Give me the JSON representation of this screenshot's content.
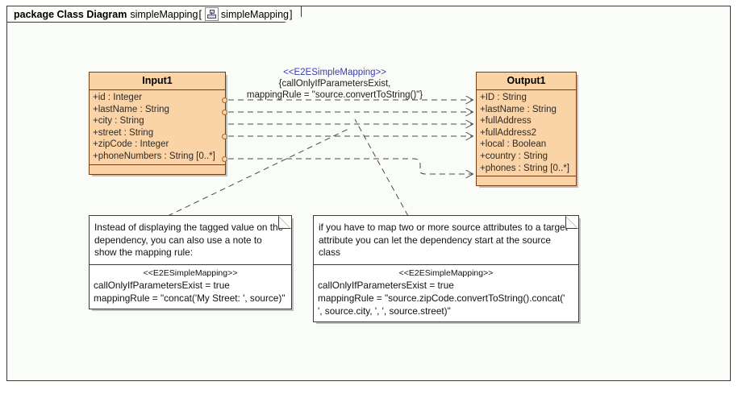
{
  "package": {
    "keyword": "package Class Diagram",
    "name": "simpleMapping",
    "bracket_open": "[",
    "icon": "class-diagram-icon",
    "inner_name": "simpleMapping",
    "bracket_close": "]"
  },
  "colors": {
    "class_fill": "#fad3a6",
    "class_border": "#7a3b12",
    "stereotype_text": "#3b3bae",
    "frame_border": "#3a3a3a",
    "canvas": "#fafcf8"
  },
  "classes": [
    {
      "name": "Input1",
      "attributes": [
        "+id : Integer",
        "+lastName : String",
        "+city : String",
        "+street : String",
        "+zipCode : Integer",
        "+phoneNumbers : String [0..*]"
      ],
      "operations": []
    },
    {
      "name": "Output1",
      "attributes": [
        "+ID : String",
        "+lastName : String",
        "+fullAddress",
        "+fullAddress2",
        "+local : Boolean",
        "+country : String",
        "+phones : String [0..*]"
      ],
      "operations": []
    }
  ],
  "dependency_label": {
    "stereotype": "<<E2ESimpleMapping>>",
    "line1": "{callOnlyIfParametersExist,",
    "line2": "mappingRule = \"source.convertToString()\"}"
  },
  "notes": [
    {
      "text": "Instead of displaying the tagged value on the dependency, you can also use a note to show the mapping rule:",
      "stereotype": "<<E2ESimpleMapping>>",
      "rule_line1": "callOnlyIfParametersExist = true",
      "rule_line2": "mappingRule = \"concat('My Street: ', source)\""
    },
    {
      "text": "if you have to map two or more source attributes to a target attribute you can let the dependency start at the source class",
      "stereotype": "<<E2ESimpleMapping>>",
      "rule_line1": "callOnlyIfParametersExist = true",
      "rule_line2": "mappingRule = \"source.zipCode.convertToString().concat('",
      "rule_line3": "', source.city, ', ', source.street)\""
    }
  ]
}
